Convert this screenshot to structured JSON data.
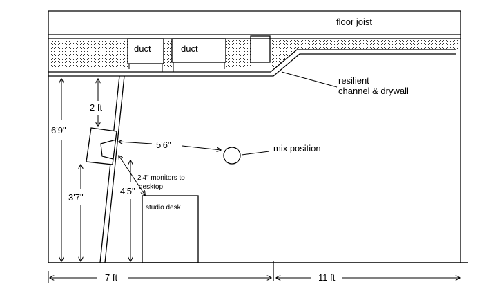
{
  "labels": {
    "floor_joist": "floor joist",
    "duct_left": "duct",
    "duct_right": "duct",
    "resilient_line1": "resilient",
    "resilient_line2": "channel & drywall",
    "mix_position": "mix position",
    "dist_speaker_to_mix": "5'6\"",
    "dist_speaker_to_ceiling": "2 ft",
    "ceiling_height": "6'9\"",
    "monitor_height": "3'7\"",
    "monitor_to_floor": "4'5\"",
    "monitor_note_line1": "2'4\" monitors to",
    "monitor_note_line2": "desktop",
    "studio_desk": "studio desk",
    "width_left": "7 ft",
    "width_right": "11 ft"
  },
  "colors": {
    "line": "#000000",
    "stipple": "#333333",
    "background": "#ffffff"
  }
}
